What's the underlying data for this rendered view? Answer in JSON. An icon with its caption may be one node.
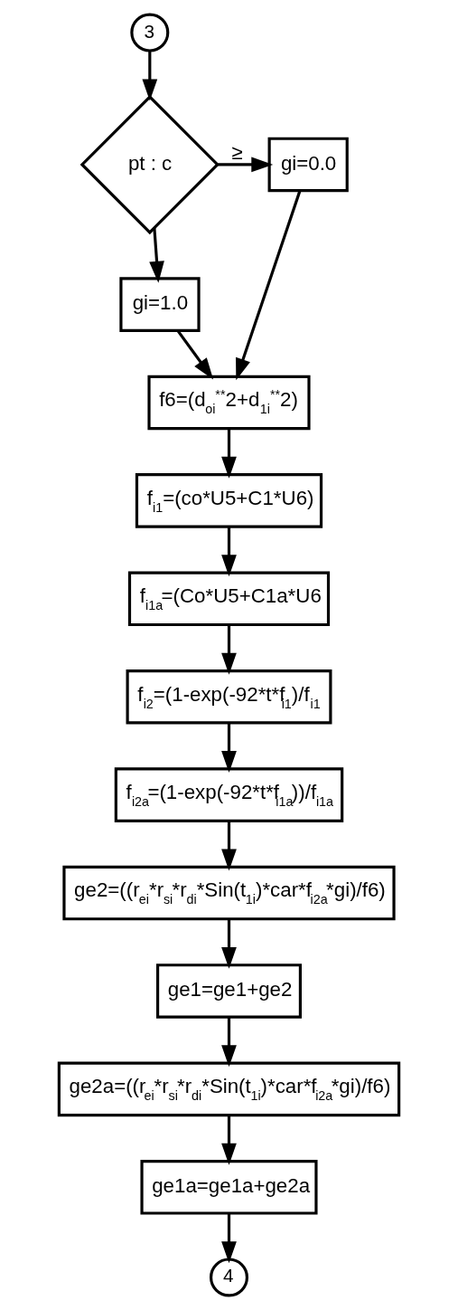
{
  "diagram": {
    "nodes": [
      {
        "text": [
          "3"
        ]
      },
      {
        "text": [
          "pt : c"
        ]
      },
      {
        "text": [
          "gi=0.0"
        ]
      },
      {
        "text": [
          "gi=1.0"
        ]
      },
      {
        "text": [
          "f6=(d$_{oi}$$^{**}$2+d$_{1i}$$^{**}$2)"
        ]
      },
      {
        "text": [
          "f$_{i1}$=(co*U5+C1*U6)"
        ]
      },
      {
        "text": [
          "f$_{i1a}$=(Co*U5+C1a*U6"
        ]
      },
      {
        "text": [
          "f$_{i2}$=(1-exp(-92*t*f$_{i1}$)/f$_{i1}$"
        ]
      },
      {
        "text": [
          "f$_{i2a}$=(1-exp(-92*t*f$_{i1a}$))/f$_{i1a}$"
        ]
      },
      {
        "text": [
          "ge2=((r$_{ei}$*r$_{si}$*r$_{di}$*Sin(t$_{1i}$)*car*f$_{i2a}$*gi)/f6)"
        ]
      },
      {
        "text": [
          "ge1=ge1+ge2"
        ]
      },
      {
        "text": [
          "ge2a=((r$_{ei}$*r$_{si}$*r$_{di}$*Sin(t$_{1i}$)*car*f$_{i2a}$*gi)/f6)"
        ]
      },
      {
        "text": [
          "ge1a=ge1a+ge2a"
        ]
      },
      {
        "text": [
          "4"
        ]
      }
    ],
    "edges": [
      {
        "from": 0,
        "to": 1,
        "arrow": "to"
      },
      {
        "from": 1,
        "to": 2,
        "arrow": "to",
        "label": "≥"
      },
      {
        "from": 1,
        "to": 3,
        "arrow": "to"
      },
      {
        "from": 2,
        "to": 4,
        "arrow": "to"
      },
      {
        "from": 3,
        "to": 4,
        "arrow": "to"
      },
      {
        "from": 4,
        "to": 5,
        "arrow": "to"
      },
      {
        "from": 5,
        "to": 6,
        "arrow": "to"
      },
      {
        "from": 6,
        "to": 7,
        "arrow": "to"
      },
      {
        "from": 7,
        "to": 8,
        "arrow": "to"
      },
      {
        "from": 8,
        "to": 9,
        "arrow": "to"
      },
      {
        "from": 9,
        "to": 10,
        "arrow": "to"
      },
      {
        "from": 10,
        "to": 11,
        "arrow": "to"
      },
      {
        "from": 11,
        "to": 12,
        "arrow": "to"
      },
      {
        "from": 12,
        "to": 13,
        "arrow": "to"
      }
    ]
  }
}
